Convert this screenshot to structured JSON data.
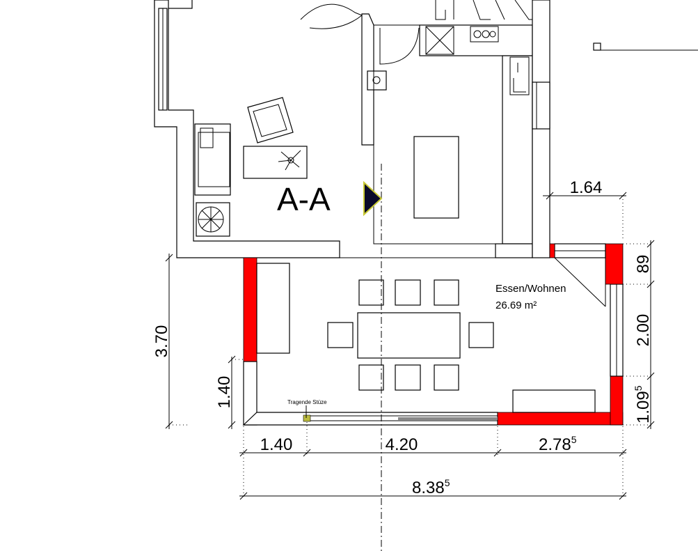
{
  "section_label": "A-A",
  "room": {
    "name": "Essen/Wohnen",
    "area": "26.69 m²"
  },
  "annotation": {
    "column": "Tragende Stüze"
  },
  "dimensions": {
    "height_total": "3.70",
    "height_left_wall": "1.40",
    "right_top": "89",
    "right_window": "2.00",
    "right_bottom": "1.09",
    "right_bottom_sup": "5",
    "bottom_left": "1.40",
    "bottom_mid": "4.20",
    "bottom_right": "2.78",
    "bottom_right_sup": "5",
    "total_width": "8.38",
    "total_width_sup": "5",
    "upper_right": "1.64"
  },
  "colors": {
    "new_wall": "#ff0000",
    "section_marker": "#0b0b2a",
    "marker_outline": "#c8c832"
  }
}
